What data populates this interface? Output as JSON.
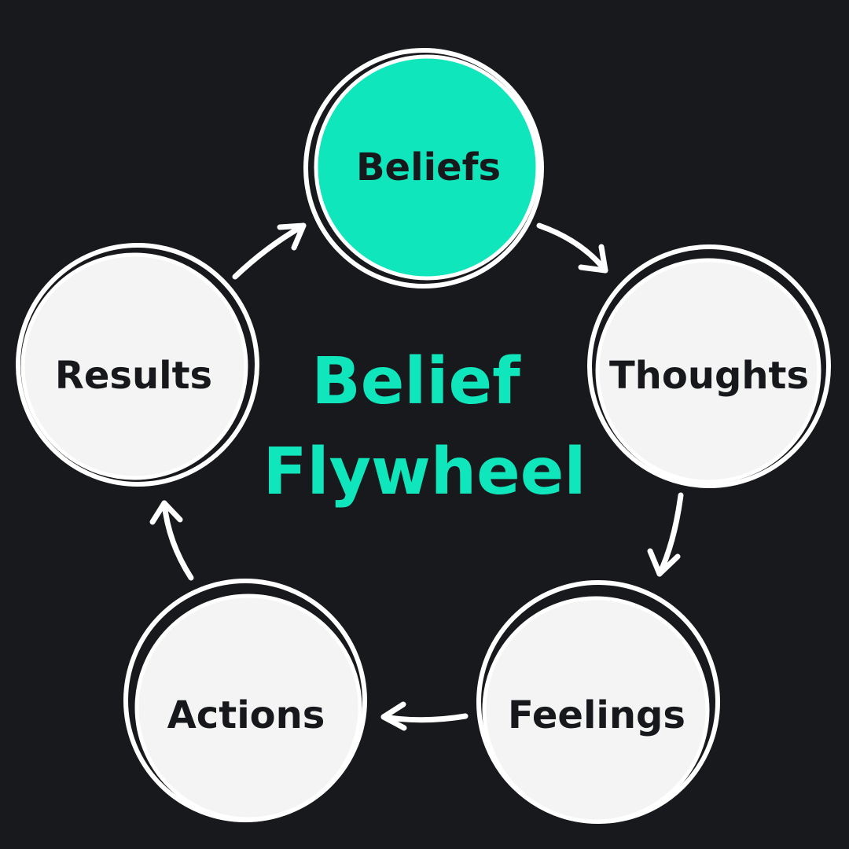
{
  "title": {
    "line1": "Belief",
    "line2": "Flywheel"
  },
  "nodes": {
    "beliefs": {
      "label": "Beliefs"
    },
    "thoughts": {
      "label": "Thoughts"
    },
    "feelings": {
      "label": "Feelings"
    },
    "actions": {
      "label": "Actions"
    },
    "results": {
      "label": "Results"
    }
  },
  "colors": {
    "background": "#18191c",
    "accent": "#10e6bc",
    "node_fill": "#f4f4f4",
    "outline": "#ffffff",
    "text_dark": "#17181b"
  }
}
